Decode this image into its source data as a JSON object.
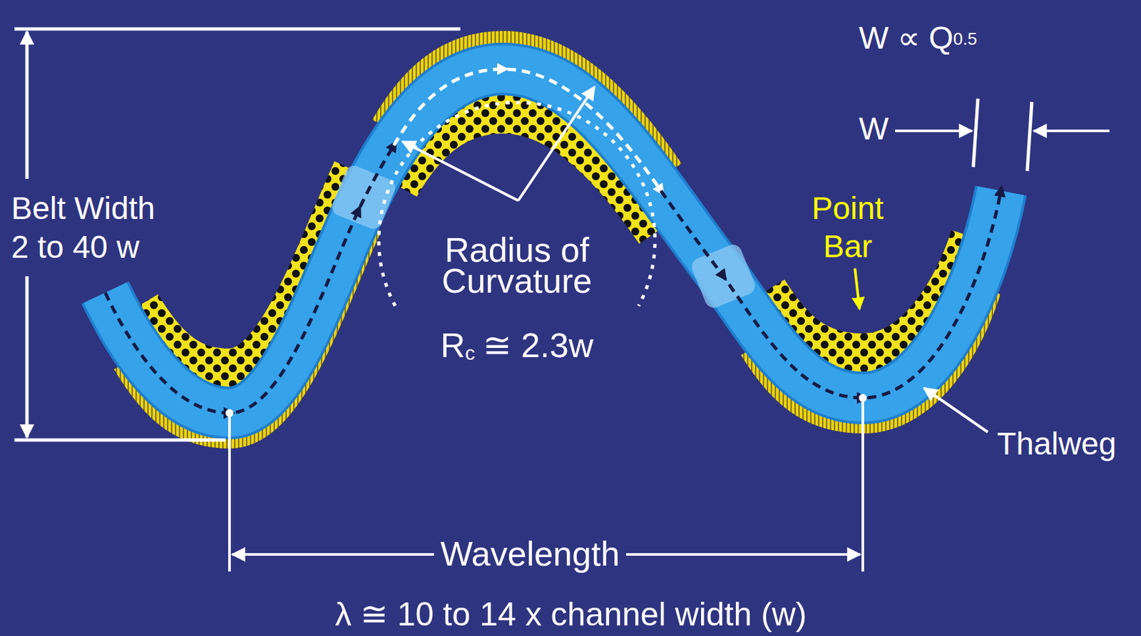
{
  "diagram": {
    "labels": [
      "W ∝ Q",
      "0.5",
      "W",
      "Belt Width 2 to 40 w",
      "Radius of Curvature",
      "Point Bar",
      "R",
      "c",
      "≅ 2.3w",
      "Thalweg",
      "Wavelength",
      "λ ≅ 10 to 14 x channel width (w)"
    ]
  }
}
